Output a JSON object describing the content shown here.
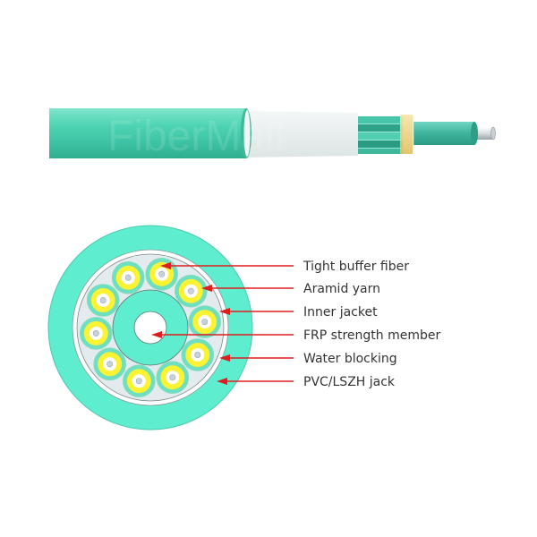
{
  "diagram": {
    "title": "Tight buffer indoor fiber optic cable",
    "watermark": "FiberMall",
    "colors": {
      "jacket": "#5eead0",
      "jacket_side": "#3fc6a6",
      "water_blocking": "#ffffff",
      "aramid_fill": "#e4ebee",
      "buffer_yellow": "#fbf233",
      "buffer_ring": "#6ee0c0",
      "arrow": "#dd1f1f",
      "text": "#333333"
    },
    "fiber_count": 10,
    "labels": [
      {
        "id": "tight-buffer-fiber",
        "text": "Tight buffer fiber"
      },
      {
        "id": "aramid-yarn",
        "text": "Aramid yarn"
      },
      {
        "id": "inner-jacket",
        "text": "Inner jacket"
      },
      {
        "id": "frp-strength-member",
        "text": "FRP strength member"
      },
      {
        "id": "water-blocking",
        "text": "Water blocking"
      },
      {
        "id": "pvc-lszh-jack",
        "text": "PVC/LSZH jack"
      }
    ]
  }
}
